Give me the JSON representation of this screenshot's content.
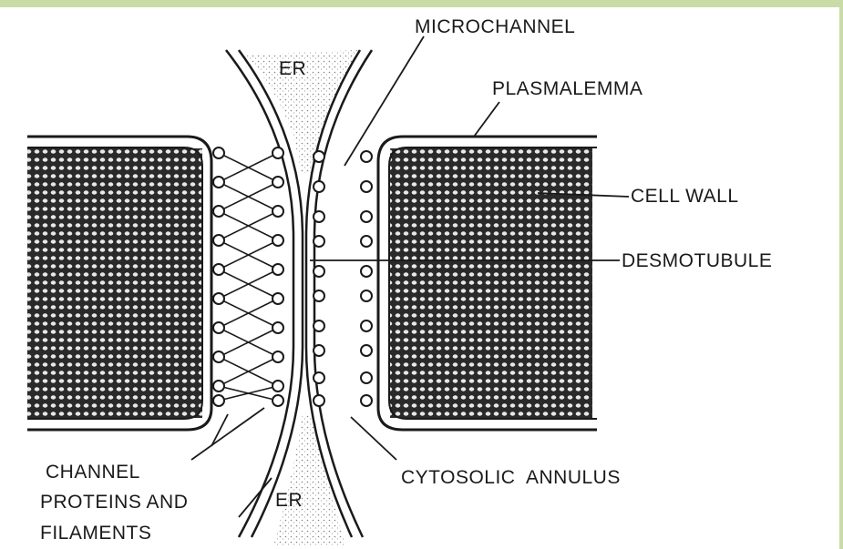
{
  "labels": {
    "er_top": "ER",
    "er_bottom": "ER",
    "microchannel": "MICROCHANNEL",
    "plasmalemma": "PLASMALEMMA",
    "cell_wall": "CELL WALL",
    "desmotubule": "DESMOTUBULE",
    "cytosolic_annulus": "CYTOSOLIC  ANNULUS",
    "channel_line1": "CHANNEL",
    "channel_line2": "PROTEINS AND",
    "channel_line3": "FILAMENTS"
  },
  "colors": {
    "frame": "#c9dba7",
    "ink": "#1a1a1a"
  }
}
